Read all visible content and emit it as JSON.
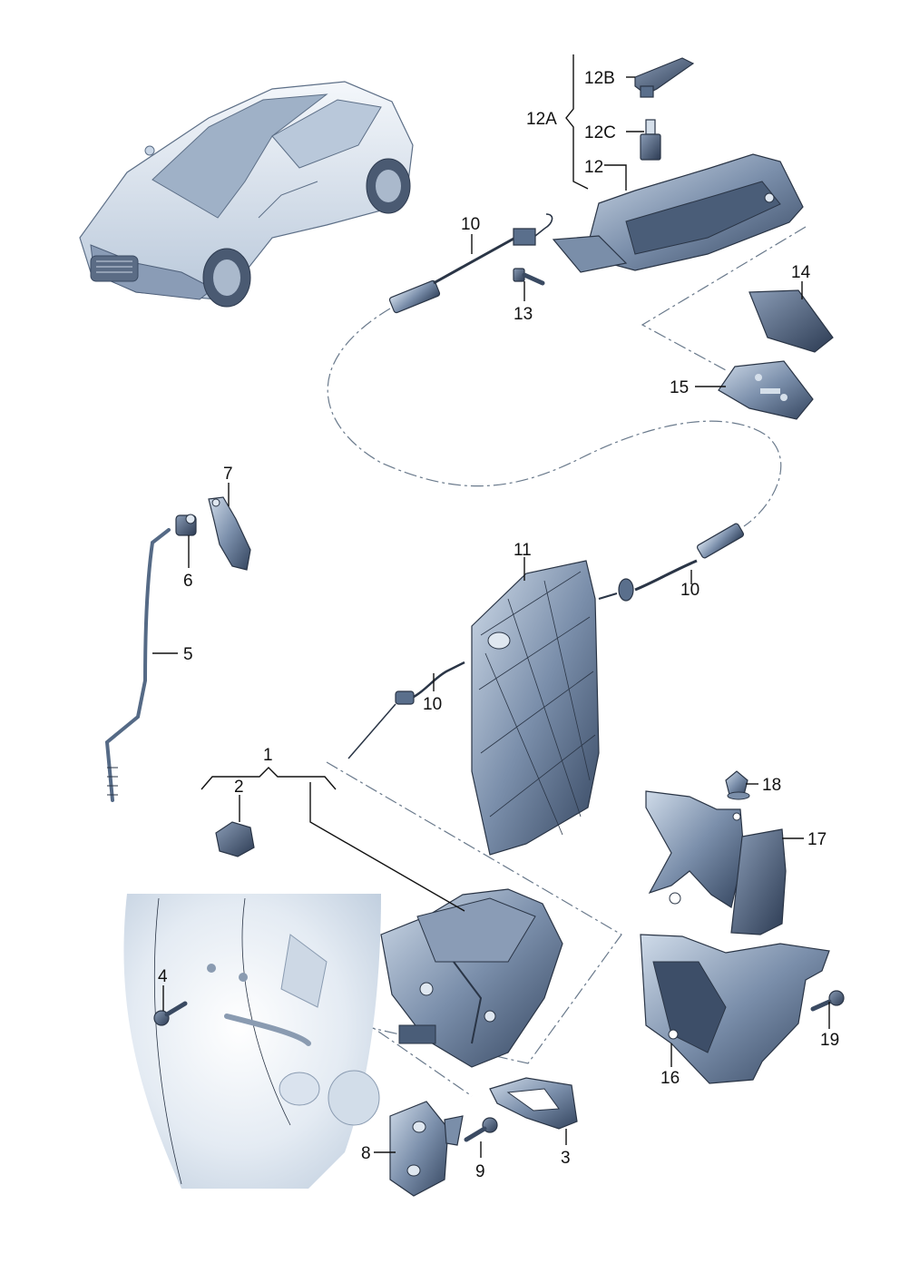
{
  "callouts": {
    "c1": "1",
    "c2": "2",
    "c3": "3",
    "c4": "4",
    "c5": "5",
    "c6": "6",
    "c7": "7",
    "c8": "8",
    "c9": "9",
    "c10a": "10",
    "c10b": "10",
    "c10c": "10",
    "c11": "11",
    "c12": "12",
    "c12a": "12A",
    "c12b": "12B",
    "c12c": "12C",
    "c13": "13",
    "c14": "14",
    "c15": "15",
    "c16": "16",
    "c17": "17",
    "c18": "18",
    "c19": "19"
  },
  "colors": {
    "part_fill": "#5a6f8c",
    "part_light": "#c9d6e6",
    "part_dark": "#2d3d55",
    "body_panel": "#dfe7f0",
    "leader": "#111111"
  }
}
